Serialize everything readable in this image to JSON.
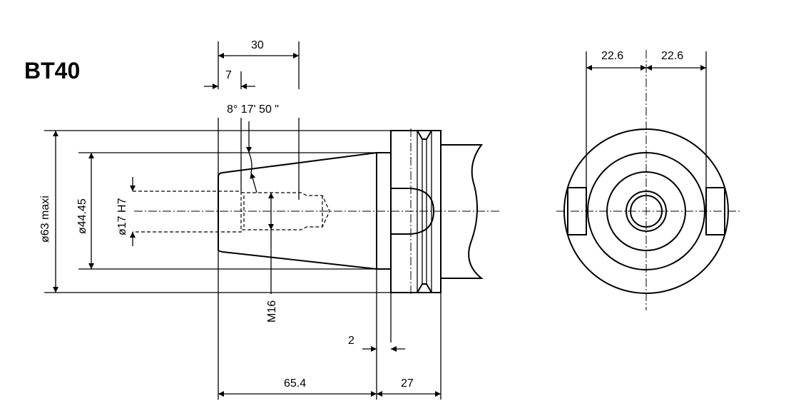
{
  "title": "BT40",
  "dimensions": {
    "d30": "30",
    "d7": "7",
    "angle": "8° 17' 50 \"",
    "d63": "ø63 maxi",
    "d44": "ø44.45",
    "d17": "ø17 H7",
    "m16": "M16",
    "d2": "2",
    "d65": "65.4",
    "d27": "27",
    "d22a": "22.6",
    "d22b": "22.6"
  }
}
